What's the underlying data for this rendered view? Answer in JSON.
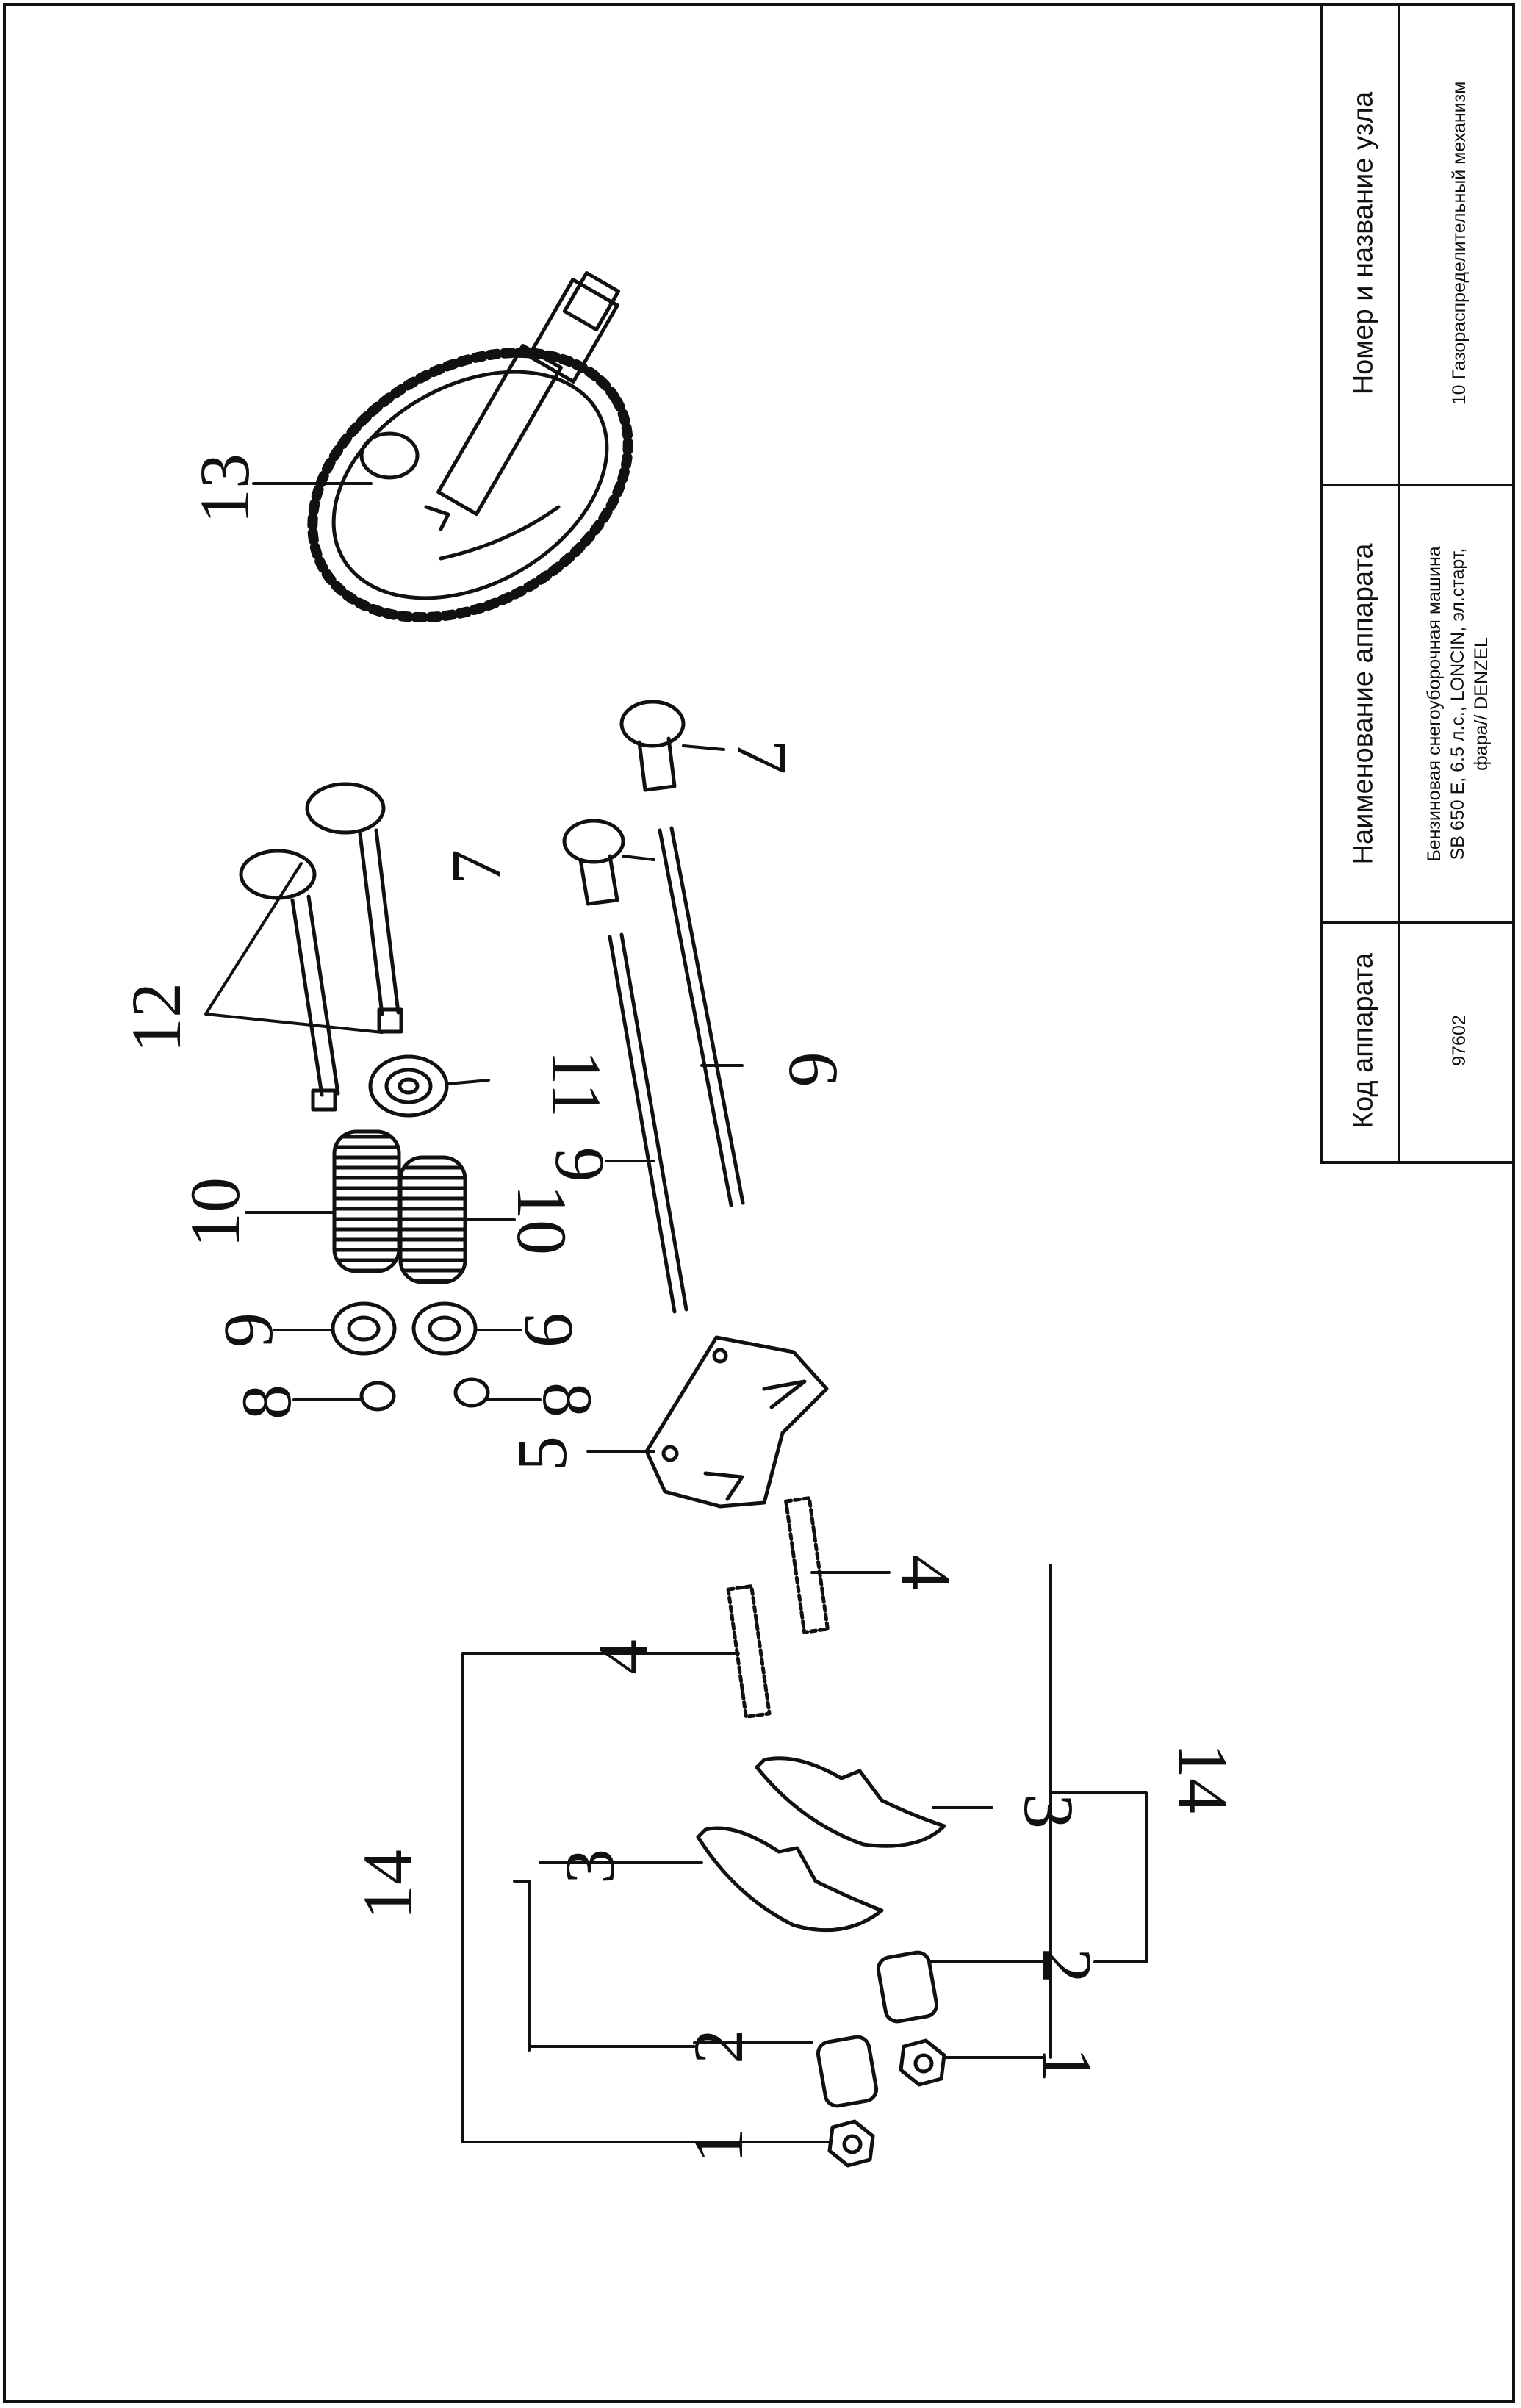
{
  "title_block": {
    "columns": [
      {
        "header": "Код аппарата",
        "value_lines": [
          "97602"
        ]
      },
      {
        "header": "Наименование аппарата",
        "value_lines": [
          "Бензиновая снегоуборочная машина",
          "SB 650 E, 6.5 л.с., LONCIN, эл.старт,",
          "фара// DENZEL"
        ]
      },
      {
        "header": "Номер и название узла",
        "value_lines": [
          "10 Газораспределительный механизм"
        ]
      }
    ]
  },
  "diagram": {
    "callouts": [
      "1",
      "2",
      "3",
      "4",
      "5",
      "6",
      "7",
      "8",
      "9",
      "10",
      "11",
      "12",
      "13",
      "14"
    ],
    "parts": [
      "nut",
      "adjuster",
      "rocker-arm",
      "rocker-stud",
      "guide-plate",
      "push-rod",
      "tappet",
      "valve-cotter",
      "spring-retainer",
      "valve-spring",
      "spring-cap",
      "valve",
      "camshaft-gear"
    ]
  }
}
